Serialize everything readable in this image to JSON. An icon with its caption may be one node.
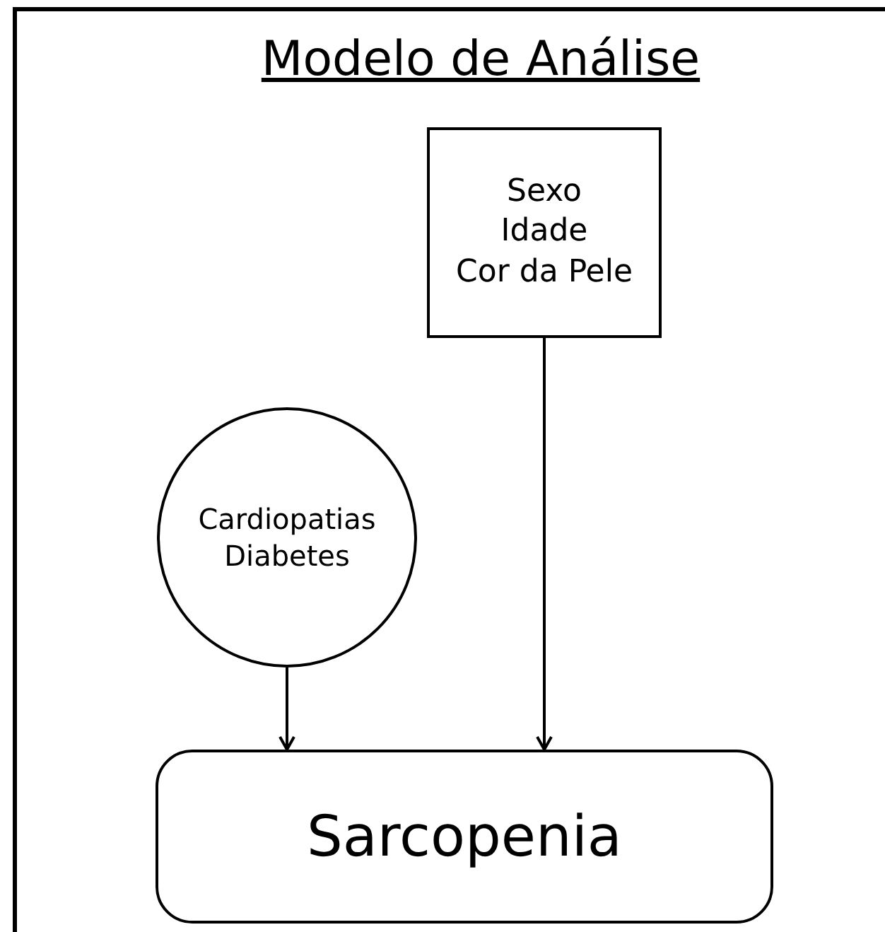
{
  "diagram": {
    "title": "Modelo de Análise",
    "nodes": [
      {
        "text": [
          "Sexo",
          "Idade",
          "Cor da Pele"
        ]
      },
      {
        "text": [
          "Cardiopatias",
          "Diabetes"
        ]
      },
      {
        "text": [
          "Sarcopenia"
        ]
      }
    ],
    "edges": [
      {
        "from": 1,
        "to": 2,
        "arrow": "to"
      },
      {
        "from": 0,
        "to": 2,
        "arrow": "to"
      }
    ]
  }
}
